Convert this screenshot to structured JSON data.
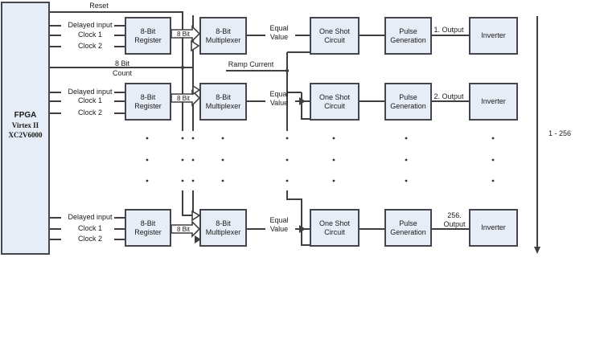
{
  "figure": {
    "type": "block-diagram",
    "colors": {
      "box_fill": "#e7edf7",
      "box_border": "#45454e",
      "wire": "#3f3f3f",
      "text": "#1a1a1a"
    },
    "fpga": {
      "line1": "FPGA",
      "line2": "Virtex II",
      "line3": "XC2V6000"
    },
    "signals": {
      "reset": "Reset",
      "count_top": "8 Bit",
      "count_bottom": "Count",
      "ramp": "Ramp Current",
      "range": "1 - 256"
    },
    "rows": [
      {
        "inputs": [
          "Delayed input",
          "Clock 1",
          "Clock 2"
        ],
        "register": [
          "8-Bit",
          "Register"
        ],
        "bus": "8 Bit",
        "mux": [
          "8-Bit",
          "Multiplexer"
        ],
        "equal": [
          "Equal",
          "Value"
        ],
        "oneshot": [
          "One Shot",
          "Circuit"
        ],
        "pulse": [
          "Pulse",
          "Generation"
        ],
        "output": [
          "1. Output"
        ],
        "inverter": "Inverter"
      },
      {
        "inputs": [
          "Delayed input",
          "Clock 1",
          "Clock 2"
        ],
        "register": [
          "8-Bit",
          "Register"
        ],
        "bus": "8 Bit",
        "mux": [
          "8-Bit",
          "Multiplexer"
        ],
        "equal": [
          "Equal",
          "Value"
        ],
        "oneshot": [
          "One Shot",
          "Circuit"
        ],
        "pulse": [
          "Pulse",
          "Generation"
        ],
        "output": [
          "2. Output"
        ],
        "inverter": "Inverter"
      },
      {
        "inputs": [
          "Delayed input",
          "Clock 1",
          "Clock 2"
        ],
        "register": [
          "8-Bit",
          "Register"
        ],
        "bus": "8 Bit",
        "mux": [
          "8-Bit",
          "Multiplexer"
        ],
        "equal": [
          "Equal",
          "Value"
        ],
        "oneshot": [
          "One Shot",
          "Circuit"
        ],
        "pulse": [
          "Pulse",
          "Generation"
        ],
        "output": [
          "256.",
          "Output"
        ],
        "inverter": "Inverter"
      }
    ]
  }
}
